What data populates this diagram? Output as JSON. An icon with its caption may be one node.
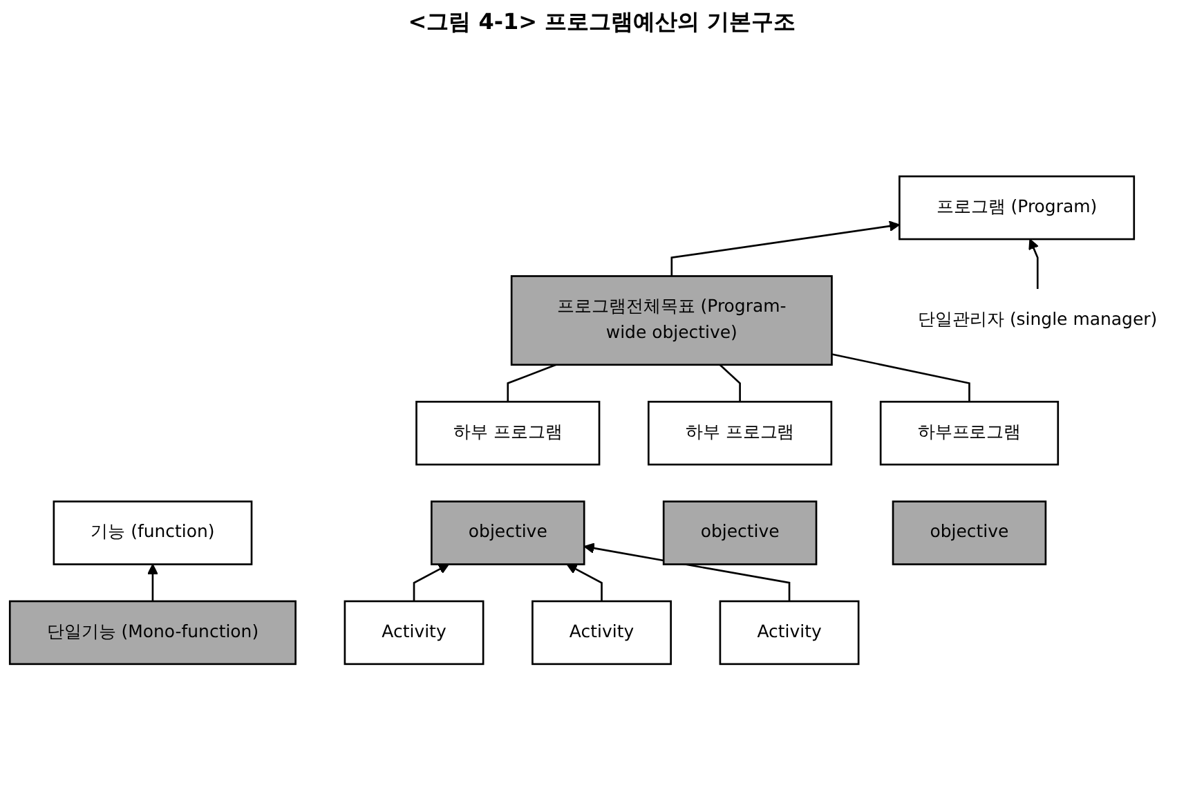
{
  "diagram": {
    "title": "<그림 4-1> 프로그램예산의 기본구조",
    "nodes": [
      {
        "text": [
          "기능 (function)"
        ]
      },
      {
        "text": [
          "단일기능 (Mono-function)"
        ]
      },
      {
        "text": [
          "프로그램 (Program)"
        ]
      },
      {
        "text": [
          "프로그램전체목표 (Program-wide objective)"
        ]
      },
      {
        "text": [
          "하부 프로그램"
        ]
      },
      {
        "text": [
          "objective"
        ]
      },
      {
        "text": [
          "하부 프로그램"
        ]
      },
      {
        "text": [
          "objective"
        ]
      },
      {
        "text": [
          "하부프로그램"
        ]
      },
      {
        "text": [
          "objective"
        ]
      },
      {
        "text": [
          "Activity"
        ]
      },
      {
        "text": [
          "Activity"
        ]
      },
      {
        "text": [
          "Activity"
        ]
      },
      {
        "text": [
          "단일관리자 (single manager)"
        ]
      }
    ],
    "edges": [
      {
        "from": 1,
        "to": 0,
        "arrow": "to"
      },
      {
        "from": 3,
        "to": 2,
        "arrow": "to"
      },
      {
        "from": 3,
        "to": 4,
        "arrow": "none"
      },
      {
        "from": 3,
        "to": 6,
        "arrow": "none"
      },
      {
        "from": 3,
        "to": 8,
        "arrow": "none"
      },
      {
        "from": 10,
        "to": 5,
        "arrow": "to"
      },
      {
        "from": 11,
        "to": 5,
        "arrow": "to"
      },
      {
        "from": 12,
        "to": 5,
        "arrow": "to"
      },
      {
        "from": 13,
        "to": 2,
        "arrow": "to"
      }
    ]
  }
}
